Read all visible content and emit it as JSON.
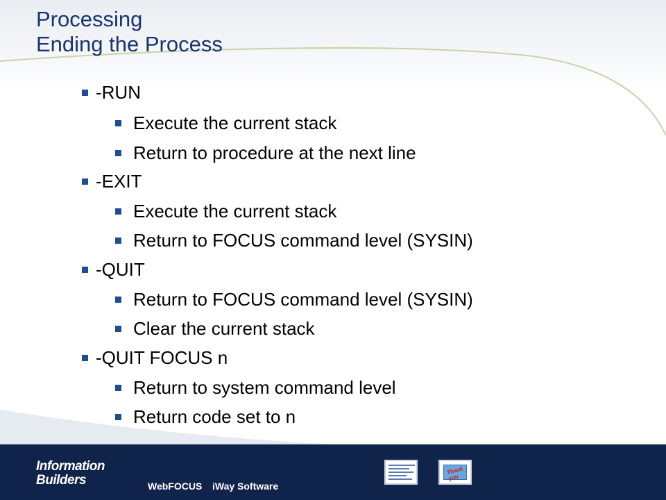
{
  "slide": {
    "title_line1": "Processing",
    "title_line2": "Ending  the Process"
  },
  "bullets": [
    {
      "level": 1,
      "text": "-RUN"
    },
    {
      "level": 2,
      "text": "Execute the current stack"
    },
    {
      "level": 2,
      "text": "Return to procedure at the next line"
    },
    {
      "level": 1,
      "text": "-EXIT"
    },
    {
      "level": 2,
      "text": "Execute the current stack"
    },
    {
      "level": 2,
      "text": "Return to FOCUS command level (SYSIN)"
    },
    {
      "level": 1,
      "text": "-QUIT"
    },
    {
      "level": 2,
      "text": "Return to FOCUS command level (SYSIN)"
    },
    {
      "level": 2,
      "text": "Clear the current stack"
    },
    {
      "level": 1,
      "text": " -QUIT FOCUS n"
    },
    {
      "level": 2,
      "text": "Return to system command level"
    },
    {
      "level": 2,
      "text": "Return code set to n"
    }
  ],
  "footer": {
    "logo_line1": "Information",
    "logo_line2": "Builders",
    "brand1": "WebFOCUS",
    "brand2": "iWay Software",
    "thumb_stamp": "Thank you"
  },
  "colors": {
    "title": "#17356e",
    "bullet_marker": "#1f4d93",
    "footer_bg": "#10234a",
    "accent_curve": "#c9d3a3"
  },
  "icons": {
    "bullet_marker": "square-bullet-icon",
    "thumbnail_1": "slide-thumbnail-icon",
    "thumbnail_2": "thank-you-thumbnail-icon"
  }
}
